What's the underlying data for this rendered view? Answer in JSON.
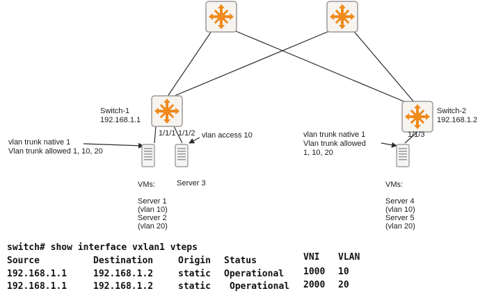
{
  "switch1": {
    "name": "Switch-1",
    "ip": "192.168.1.1"
  },
  "switch2": {
    "name": "Switch-2",
    "ip": "192.168.1.2"
  },
  "ports": {
    "p1": "1/1/1",
    "p2": "1/1/2",
    "p3": "1/1/3"
  },
  "left_trunk": {
    "line1": "vlan trunk native 1",
    "line2": "Vlan trunk allowed 1, 10, 20"
  },
  "access": {
    "text": "vlan access 10"
  },
  "right_trunk": {
    "line1": "vlan trunk native 1",
    "line2": "Vlan trunk allowed",
    "line3": "1, 10, 20"
  },
  "vms_left": {
    "title": "VMs:",
    "lines": [
      "Server 1",
      "(vlan 10)",
      "Server 2",
      "(vlan 20)"
    ]
  },
  "server3": "Server 3",
  "vms_right": {
    "title": "VMs:",
    "lines": [
      "Server 4",
      "(vlan 10)",
      "Server 5",
      "(vlan 20)"
    ]
  },
  "cli": {
    "command": "switch# show interface vxlan1 vteps",
    "headers": [
      "Source",
      "Destination",
      "Origin",
      "Status",
      "VNI",
      "VLAN"
    ],
    "rows": [
      [
        "192.168.1.1",
        "192.168.1.2",
        "static",
        "Operational",
        "1000",
        "10"
      ],
      [
        "192.168.1.1",
        "192.168.1.2",
        "static",
        "Operational",
        "2000",
        "20"
      ]
    ]
  },
  "colors": {
    "icon_frame": "#9a9a9a",
    "icon_fill": "#f7f3ee",
    "icon_accent": "#f08a1c",
    "line": "#2a2a2a"
  }
}
